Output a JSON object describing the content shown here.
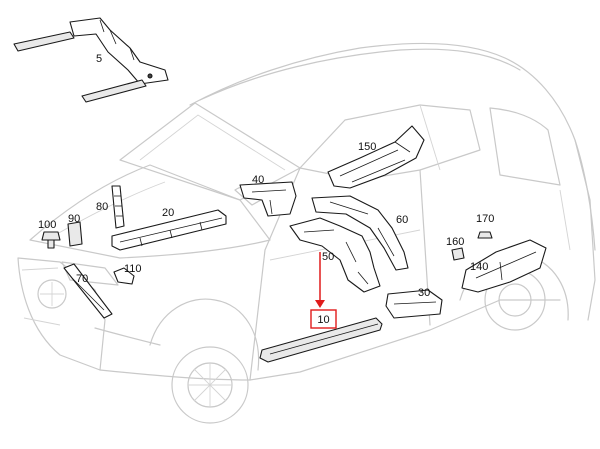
{
  "diagram": {
    "highlight_color": "#e01b1b",
    "callouts": [
      {
        "id": "c5",
        "label": "5"
      },
      {
        "id": "c10",
        "label": "10"
      },
      {
        "id": "c20",
        "label": "20"
      },
      {
        "id": "c30",
        "label": "30"
      },
      {
        "id": "c40",
        "label": "40"
      },
      {
        "id": "c50",
        "label": "50"
      },
      {
        "id": "c60",
        "label": "60"
      },
      {
        "id": "c70",
        "label": "70"
      },
      {
        "id": "c80",
        "label": "80"
      },
      {
        "id": "c90",
        "label": "90"
      },
      {
        "id": "c100",
        "label": "100"
      },
      {
        "id": "c110",
        "label": "110"
      },
      {
        "id": "c140",
        "label": "140"
      },
      {
        "id": "c150",
        "label": "150"
      },
      {
        "id": "c160",
        "label": "160"
      },
      {
        "id": "c170",
        "label": "170"
      }
    ],
    "highlighted_callout": "10"
  }
}
